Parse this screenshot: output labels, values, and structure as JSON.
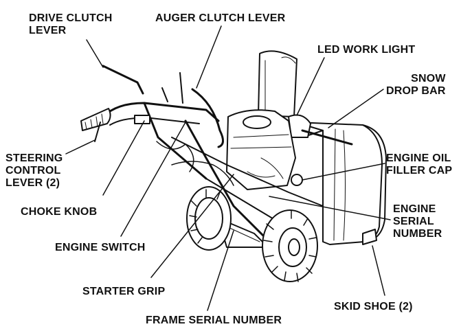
{
  "labels": {
    "drive_clutch_lever": [
      "DRIVE CLUTCH",
      "LEVER"
    ],
    "auger_clutch_lever": "AUGER CLUTCH LEVER",
    "led_work_light": "LED WORK LIGHT",
    "snow_drop_bar": [
      "SNOW",
      "DROP BAR"
    ],
    "engine_oil_filler_cap": [
      "ENGINE OIL",
      "FILLER CAP"
    ],
    "engine_serial_number": [
      "ENGINE",
      "SERIAL",
      "NUMBER"
    ],
    "steering_control_lever": [
      "STEERING",
      "CONTROL",
      "LEVER (2)"
    ],
    "choke_knob": "CHOKE KNOB",
    "engine_switch": "ENGINE SWITCH",
    "starter_grip": "STARTER GRIP",
    "frame_serial_number": "FRAME SERIAL NUMBER",
    "skid_shoe": "SKID SHOE (2)"
  },
  "colors": {
    "ink": "#111111",
    "paper": "#ffffff"
  }
}
